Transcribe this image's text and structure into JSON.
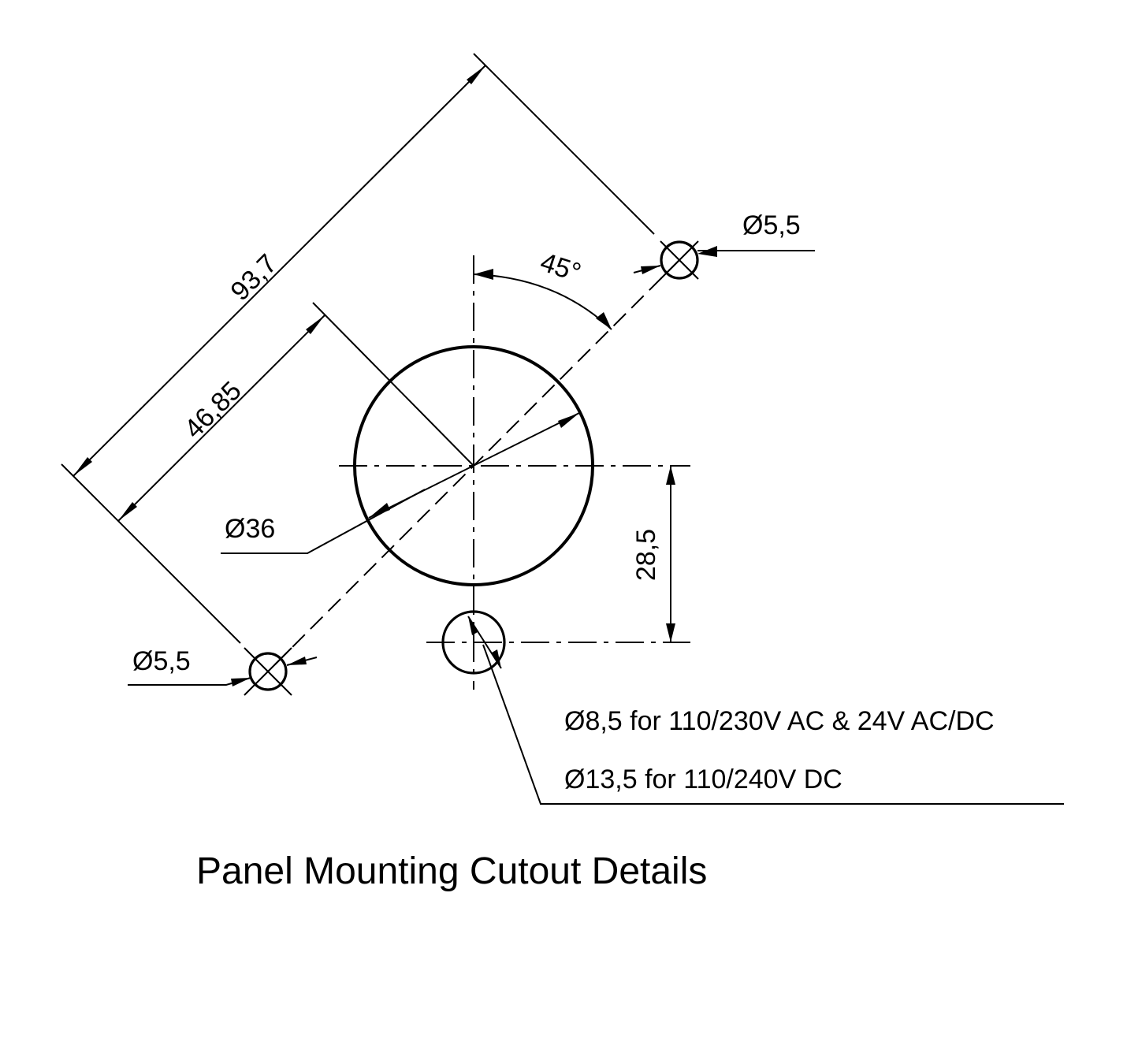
{
  "title": "Panel Mounting Cutout Details",
  "dimensions": {
    "outer_span": "93,7",
    "half_span": "46,85",
    "angle": "45°",
    "main_hole": "Ø36",
    "mount_hole_top": "Ø5,5",
    "mount_hole_bottom": "Ø5,5",
    "offset": "28,5"
  },
  "notes": {
    "small_hole_ac": "Ø8,5 for 110/230V AC & 24V AC/DC",
    "small_hole_dc": "Ø13,5 for 110/240V DC"
  }
}
